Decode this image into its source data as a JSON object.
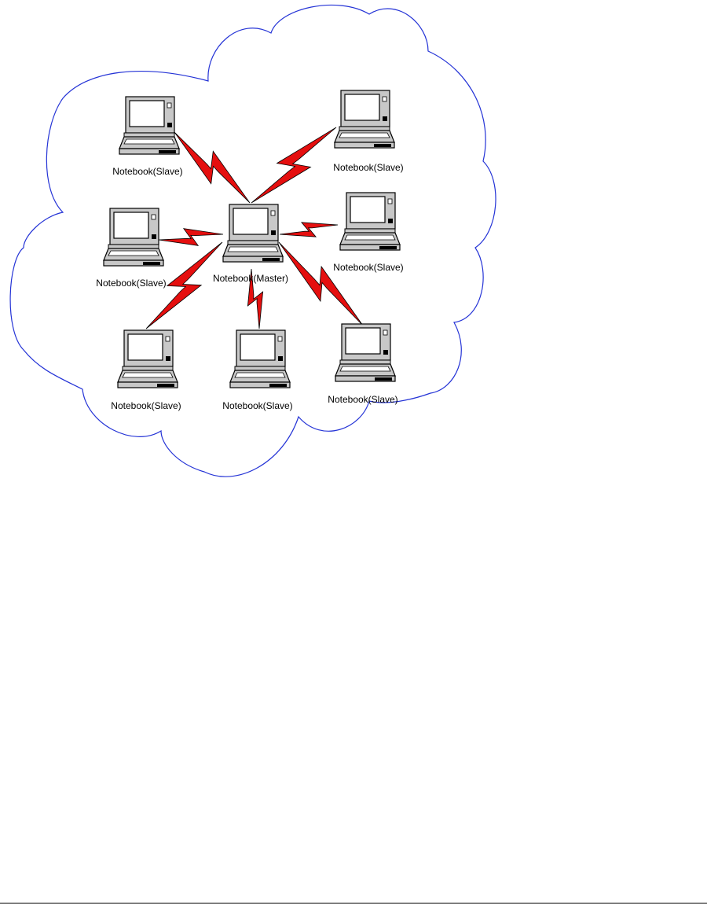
{
  "diagram": {
    "colors": {
      "cloud": "#2433d6",
      "link_fill": "#e50f0f",
      "link_outline": "#000000",
      "laptop_body": "#c8c8c8",
      "screen": "#ffffff",
      "outline": "#000000"
    },
    "master": {
      "label": "Notebook(Master)"
    },
    "slaves": [
      {
        "label": "Notebook(Slave)"
      },
      {
        "label": "Notebook(Slave)"
      },
      {
        "label": "Notebook(Slave)"
      },
      {
        "label": "Notebook(Slave)"
      },
      {
        "label": "Notebook(Slave)"
      },
      {
        "label": "Notebook(Slave)"
      },
      {
        "label": "Notebook(Slave)"
      }
    ]
  }
}
